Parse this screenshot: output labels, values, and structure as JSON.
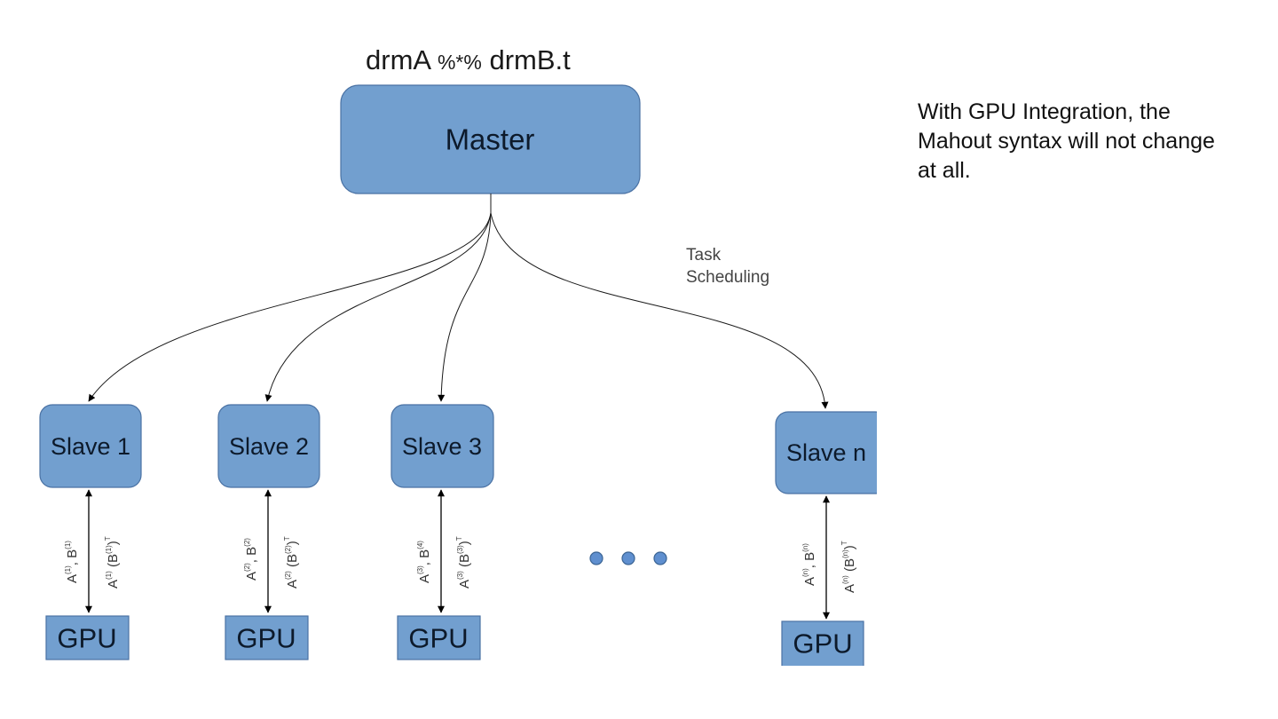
{
  "formula": {
    "left": "drmA",
    "operator": "%*%",
    "right": "drmB.t"
  },
  "master": {
    "label": "Master"
  },
  "edge_label": {
    "line1": "Task",
    "line2": "Scheduling"
  },
  "note": "With GPU Integration, the Mahout syntax will not change at all.",
  "slaves": [
    {
      "label": "Slave 1",
      "gpu": "GPU",
      "down": {
        "a": "1",
        "b": "1"
      },
      "up": {
        "a": "1",
        "b": "1",
        "t": "T"
      }
    },
    {
      "label": "Slave 2",
      "gpu": "GPU",
      "down": {
        "a": "2",
        "b": "2"
      },
      "up": {
        "a": "2",
        "b": "2",
        "t": "T"
      }
    },
    {
      "label": "Slave 3",
      "gpu": "GPU",
      "down": {
        "a": "3",
        "b": "4"
      },
      "up": {
        "a": "3",
        "b": "3",
        "t": "T"
      }
    },
    {
      "label": "Slave n",
      "gpu": "GPU",
      "down": {
        "a": "n",
        "b": "n"
      },
      "up": {
        "a": "n",
        "b": "n",
        "t": "T"
      }
    }
  ],
  "ellipsis": {
    "icon": "ellipsis-dots"
  },
  "colors": {
    "node_fill": "#729fcf",
    "node_stroke": "#4a72a4",
    "dots": "#5f8fcf"
  }
}
